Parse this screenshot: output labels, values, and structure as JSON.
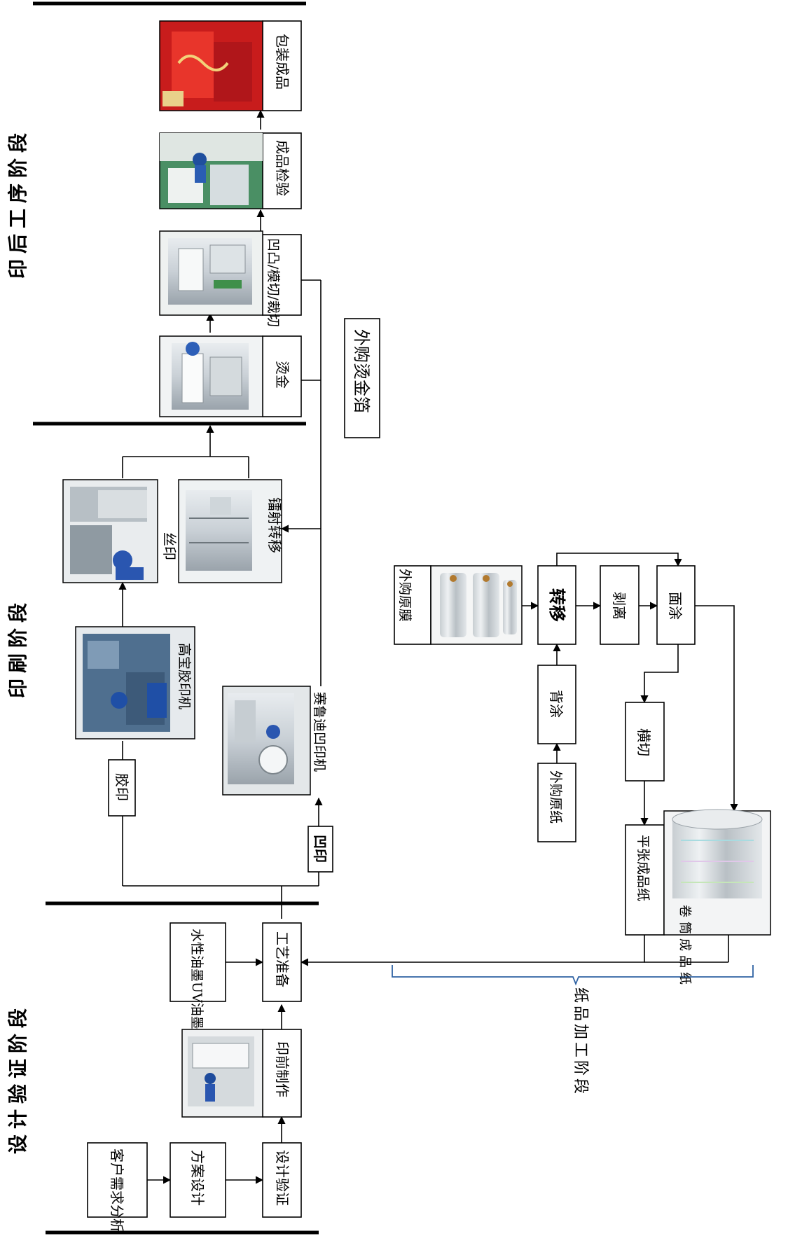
{
  "stages": {
    "design": "设计验证阶段",
    "printing": "印刷阶段",
    "post_press": "印后工序阶段",
    "paper_processing": "纸品加工阶段"
  },
  "nodes": {
    "customer_analysis": "客户需求分析",
    "scheme_design": "方案设计",
    "design_verify": "设计验证",
    "prepress": "印前制作",
    "ink": "水性油墨UV油墨",
    "process_prep": "工艺准备",
    "offset": "胶印",
    "gravure": "凹印",
    "heidelberg": "高宝胶印机",
    "gravure_press": "赛鲁迪凹印机",
    "silkscreen": "丝印",
    "laser_transfer": "镭射转移",
    "hot_stamping": "烫金",
    "die_cut": "凹凸/模切/裁切",
    "inspection": "成品检验",
    "packaging": "包装成品",
    "foil_purchase": "外购烫金箔",
    "film_purchase": "外购原膜",
    "paper_purchase": "外购原纸",
    "transfer": "转移",
    "back_coating": "背涂",
    "peel": "剥离",
    "surface_coating": "面涂",
    "cross_cut": "横切",
    "sheet_paper": "平张成品纸",
    "roll_paper": "卷筒成品纸"
  },
  "icons": {
    "photo": "photo-icon"
  }
}
